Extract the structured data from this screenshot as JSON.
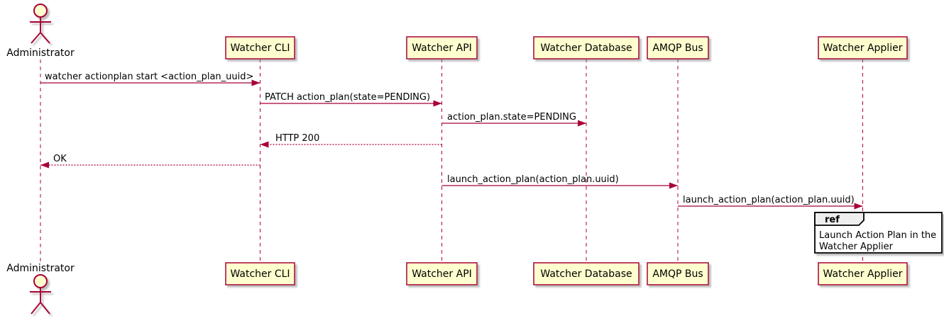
{
  "diagram_type": "uml-sequence-diagram",
  "colors": {
    "background": "#FFFFFF",
    "participant_fill": "#FEFECE",
    "accent_stroke": "#A80036",
    "text": "#000000",
    "ref_header_fill": "#EEEEEE",
    "ref_border": "#000000"
  },
  "actor": {
    "name": "Administrator"
  },
  "participants": [
    {
      "name": "Watcher CLI"
    },
    {
      "name": "Watcher API"
    },
    {
      "name": "Watcher Database"
    },
    {
      "name": "AMQP Bus"
    },
    {
      "name": "Watcher Applier"
    }
  ],
  "messages": [
    {
      "from": "Administrator",
      "to": "Watcher CLI",
      "text": "watcher actionplan start <action_plan_uuid>",
      "line": "solid"
    },
    {
      "from": "Watcher CLI",
      "to": "Watcher API",
      "text": "PATCH action_plan(state=PENDING)",
      "line": "solid"
    },
    {
      "from": "Watcher API",
      "to": "Watcher Database",
      "text": "action_plan.state=PENDING",
      "line": "solid"
    },
    {
      "from": "Watcher API",
      "to": "Watcher CLI",
      "text": "HTTP 200",
      "line": "dotted"
    },
    {
      "from": "Watcher CLI",
      "to": "Administrator",
      "text": "OK",
      "line": "dotted"
    },
    {
      "from": "Watcher API",
      "to": "AMQP Bus",
      "text": "launch_action_plan(action_plan.uuid)",
      "line": "solid"
    },
    {
      "from": "AMQP Bus",
      "to": "Watcher Applier",
      "text": "launch_action_plan(action_plan.uuid)",
      "line": "solid"
    }
  ],
  "ref_fragment": {
    "keyword": "ref",
    "over": "Watcher Applier",
    "line1": "Launch Action Plan in the",
    "line2": "Watcher Applier"
  }
}
